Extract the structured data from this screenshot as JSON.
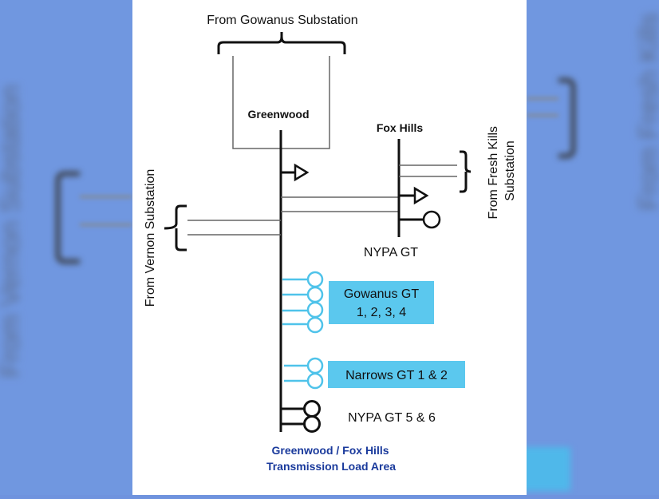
{
  "diagram": {
    "top_source": "From Gowanus Substation",
    "left_source": "From Vernon Substation",
    "right_source_line1": "From Fresh Kills",
    "right_source_line2": "Substation",
    "greenwood_bus": "Greenwood",
    "foxhills_bus": "Fox Hills",
    "nypa_gt": "NYPA GT",
    "gowanus_gt_line1": "Gowanus GT",
    "gowanus_gt_line2": "1, 2, 3, 4",
    "narrows_gt": "Narrows GT 1 & 2",
    "nypa_gt_56": "NYPA GT 5 & 6",
    "area_title_line1": "Greenwood / Fox Hills",
    "area_title_line2": "Transmission Load Area"
  },
  "colors": {
    "background_blue": "#6f93de",
    "generator_highlight": "#4fc3ea",
    "label_box": "#5bc8ee",
    "area_title": "#1a3a9c"
  }
}
